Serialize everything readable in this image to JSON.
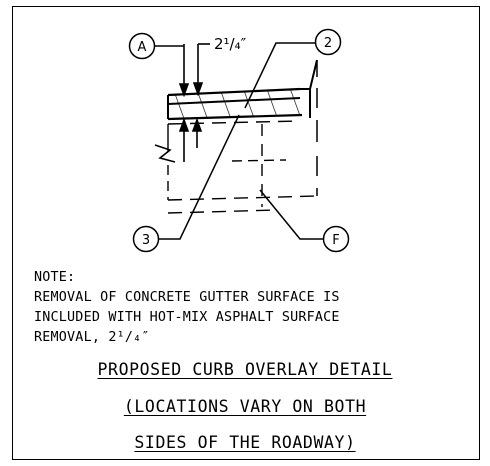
{
  "callouts": {
    "a": "A",
    "b": "2",
    "c": "3",
    "d": "F"
  },
  "dimension": "2¹/₄″",
  "note": {
    "heading": "NOTE:",
    "lines": [
      "REMOVAL OF CONCRETE GUTTER SURFACE IS",
      "INCLUDED WITH HOT-MIX ASPHALT SURFACE",
      "REMOVAL, 2¹/₄″"
    ]
  },
  "title": {
    "lines": [
      "PROPOSED CURB OVERLAY DETAIL",
      "(LOCATIONS VARY ON BOTH",
      "SIDES OF THE ROADWAY)"
    ]
  }
}
